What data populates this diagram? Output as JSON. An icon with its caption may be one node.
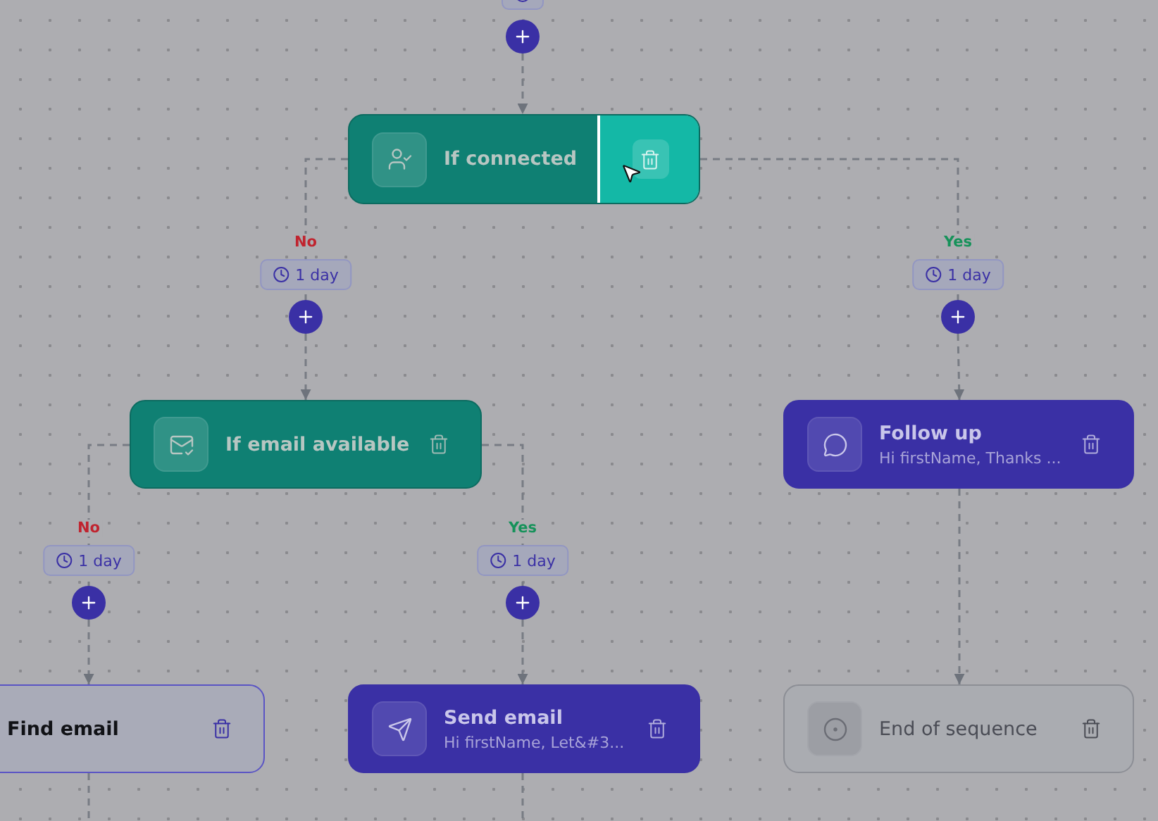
{
  "diagram": {
    "nodes": [
      {
        "text": [
          "If connected"
        ]
      },
      {
        "text": [
          "If email available"
        ]
      },
      {
        "text": [
          "Follow up",
          "Hi firstName, Thanks ..."
        ]
      },
      {
        "text": [
          "Find email"
        ]
      },
      {
        "text": [
          "Send email",
          "Hi firstName, Let&#3..."
        ]
      },
      {
        "text": [
          "End of sequence"
        ]
      },
      {
        "text": [],
        "shape": "circle"
      },
      {
        "text": [],
        "shape": "circle",
        "beside": [
          "1 day"
        ]
      },
      {
        "text": [],
        "shape": "circle",
        "beside": [
          "1 day"
        ]
      },
      {
        "text": [],
        "shape": "circle",
        "beside": [
          "1 day"
        ]
      },
      {
        "text": [],
        "shape": "circle",
        "beside": [
          "1 day"
        ]
      }
    ],
    "edges": [
      {
        "from": 0,
        "to": 7,
        "arrow": "none",
        "label": "No"
      },
      {
        "from": 7,
        "to": 1,
        "arrow": "to"
      },
      {
        "from": 0,
        "to": 8,
        "arrow": "none",
        "label": "Yes"
      },
      {
        "from": 8,
        "to": 2,
        "arrow": "to"
      },
      {
        "from": 1,
        "to": 9,
        "arrow": "none",
        "label": "No"
      },
      {
        "from": 9,
        "to": 3,
        "arrow": "to"
      },
      {
        "from": 1,
        "to": 10,
        "arrow": "none",
        "label": "Yes"
      },
      {
        "from": 10,
        "to": 4,
        "arrow": "to"
      },
      {
        "from": 2,
        "to": 5,
        "arrow": "to"
      },
      {
        "from": 6,
        "to": 0,
        "arrow": "to"
      },
      {
        "from": 3,
        "to": null,
        "arrow": "none"
      },
      {
        "from": 4,
        "to": null,
        "arrow": "none"
      }
    ]
  }
}
